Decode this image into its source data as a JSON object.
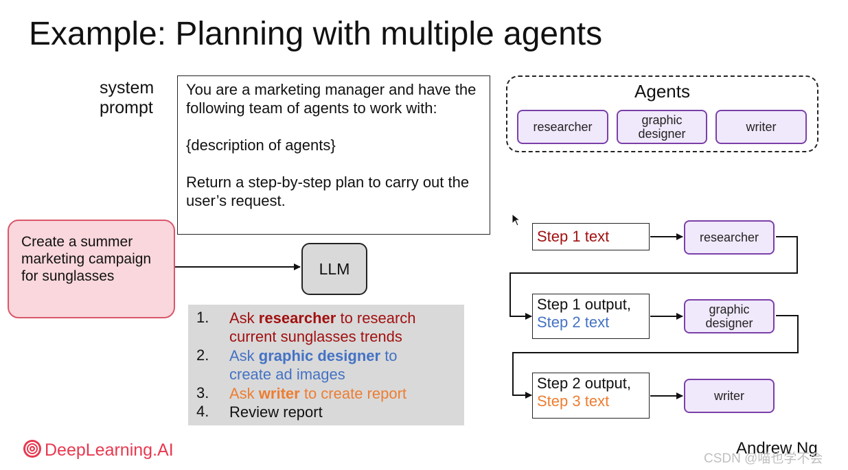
{
  "title": "Example: Planning with multiple agents",
  "system_prompt": {
    "label": [
      "system",
      "prompt"
    ],
    "paragraphs": [
      "You are a marketing manager and have the following team of agents to work with:",
      "{description of agents}",
      "Return a step-by-step plan to carry out the user’s request."
    ]
  },
  "agents_panel": {
    "title": "Agents",
    "agents": [
      {
        "label": "researcher"
      },
      {
        "label_lines": [
          "graphic",
          "designer"
        ]
      },
      {
        "label": "writer"
      }
    ]
  },
  "user_request": "Create a summer marketing campaign for sunglasses",
  "llm_label": "LLM",
  "plan": [
    {
      "num": "1.",
      "color": "#a11010",
      "pre": "Ask ",
      "bold": "researcher",
      "post": " to research",
      "line2": "current sunglasses trends"
    },
    {
      "num": "2.",
      "color": "#4472c4",
      "pre": "Ask ",
      "bold": "graphic designer",
      "post": " to",
      "line2": "create ad images"
    },
    {
      "num": "3.",
      "color": "#ed7d31",
      "pre": "Ask ",
      "bold": "writer",
      "post": " to create report"
    },
    {
      "num": "4.",
      "color": "#111111",
      "pre": "Review report"
    }
  ],
  "pipeline": {
    "steps": [
      {
        "line1": "Step 1 text"
      },
      {
        "line1": "Step 1 output,",
        "line2": "Step 2 text"
      },
      {
        "line1": "Step 2 output,",
        "line2": "Step 3 text"
      }
    ],
    "roles": [
      {
        "label": "researcher"
      },
      {
        "line1": "graphic",
        "line2": "designer"
      },
      {
        "label": "writer"
      }
    ]
  },
  "colors": {
    "step1": "#a11010",
    "step2": "#4472c4",
    "step3": "#ed7d31",
    "agent_fill": "#f0e8fb",
    "agent_border": "#7a3fa8",
    "request_fill": "#f9d7dc",
    "request_border": "#d9566a",
    "brand": "#e8384f"
  },
  "footer": {
    "brand": "DeepLearning.AI",
    "brand_icon": "deeplearning-logo-icon",
    "author": "Andrew Ng",
    "watermark": "CSDN @喵也学不会"
  },
  "cursor_icon": "mouse-pointer-icon"
}
